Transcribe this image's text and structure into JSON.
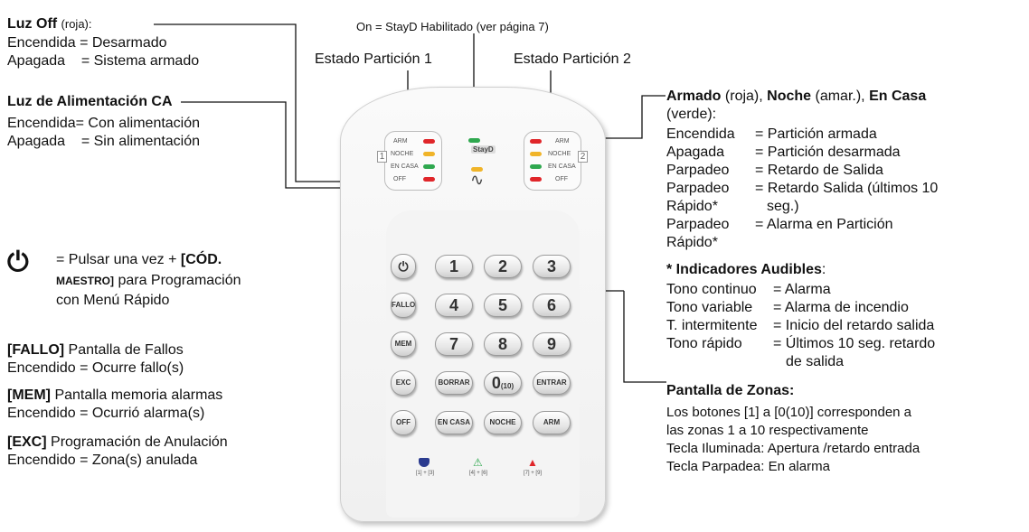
{
  "left": {
    "off_title": "Luz Off",
    "off_title_note": "(roja):",
    "off_lines": [
      "Encendida = Desarmado",
      "Apagada    = Sistema armado"
    ],
    "ac_title": "Luz de Alimentación CA",
    "ac_lines": [
      "Encendida= Con alimentación",
      "Apagada    = Sin alimentación"
    ],
    "power_symbol": "⏻",
    "power_text_1": "= Pulsar una vez +",
    "power_code": "[CÓD.",
    "power_code_2": "MAESTRO]",
    "power_text_2": "para Programación",
    "power_text_3": "con Menú Rápido",
    "fallo_key": "[FALLO]",
    "fallo_text": "Pantalla de Fallos",
    "fallo_line": "Encendido = Ocurre fallo(s)",
    "mem_key": "[MEM]",
    "mem_text": "Pantalla memoria alarmas",
    "mem_line": "Encendido = Ocurrió alarma(s)",
    "exc_key": "[EXC]",
    "exc_text": "Programación de Anulación",
    "exc_line": "Encendido = Zona(s) anulada"
  },
  "top": {
    "stayd": "On = StayD Habilitado (ver página 7)",
    "part1": "Estado Partición 1",
    "part2": "Estado Partición 2"
  },
  "right": {
    "armed_t1": "Armado",
    "armed_t2": "(roja),",
    "armed_t3": "Noche",
    "armed_t4": "(amar.),",
    "armed_t5": "En Casa",
    "armed_t6": "(verde):",
    "status_rows": [
      [
        "Encendida",
        "= Partición armada"
      ],
      [
        "Apagada",
        "= Partición desarmada"
      ],
      [
        "Parpadeo",
        "= Retardo de Salida"
      ],
      [
        "Parpadeo",
        "= Retardo Salida (últimos 10"
      ],
      [
        "Rápido*",
        "seg.)"
      ],
      [
        "Parpadeo",
        "= Alarma en Partición"
      ],
      [
        "Rápido*",
        ""
      ]
    ],
    "audible_title": "* Indicadores Audibles",
    "audible_colon": ":",
    "audible_rows": [
      [
        "Tono continuo",
        "= Alarma"
      ],
      [
        "Tono variable",
        "= Alarma de incendio"
      ],
      [
        "T. intermitente",
        "= Inicio del retardo salida"
      ],
      [
        "Tono rápido",
        "= Últimos 10 seg. retardo"
      ],
      [
        "",
        "de salida"
      ]
    ],
    "zones_title": "Pantalla de Zonas:",
    "zones_lines": [
      "Los botones [1] a [0(10)] corresponden a",
      "las zonas 1 a 10 respectivamente",
      "Tecla Iluminada: Apertura /retardo entrada",
      "Tecla Parpadea: En alarma"
    ]
  },
  "keypad": {
    "p1_labels": [
      "ARM",
      "NOCHE",
      "EN CASA",
      "OFF"
    ],
    "p2_labels": [
      "ARM",
      "NOCHE",
      "EN CASA",
      "OFF"
    ],
    "p1_num": "1",
    "p2_num": "2",
    "stayd_label": "StayD",
    "ac_symbol": "∿",
    "keys": {
      "power": "⏻",
      "fallo": "FALLO",
      "mem": "MEM",
      "exc": "EXC",
      "off": "OFF",
      "k1": "1",
      "k2": "2",
      "k3": "3",
      "k4": "4",
      "k5": "5",
      "k6": "6",
      "k7": "7",
      "k8": "8",
      "k9": "9",
      "borrar": "BORRAR",
      "k0": "0",
      "k0_sub": "(10)",
      "entrar": "ENTRAR",
      "encasa": "EN CASA",
      "noche": "NOCHE",
      "arm": "ARM"
    },
    "hotkeys": [
      "[1] + [3]",
      "[4] + [6]",
      "[7] + [9]"
    ]
  },
  "colors": {
    "red": "#e0262a",
    "amber": "#f0b429",
    "green": "#2fa84f",
    "line": "#111111"
  }
}
